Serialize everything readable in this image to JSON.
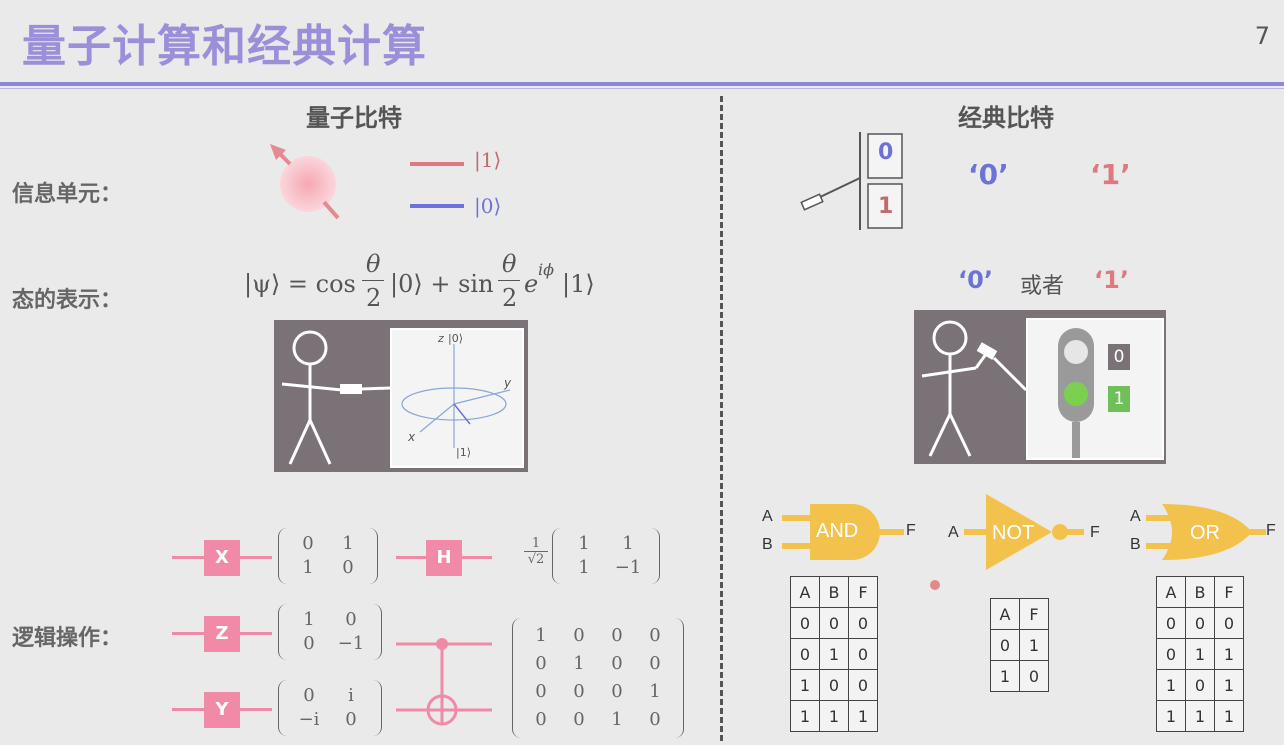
{
  "header": {
    "title": "量子计算和经典计算",
    "page_number": "7"
  },
  "left": {
    "heading": "量子比特",
    "row_labels": {
      "info_unit": "信息单元：",
      "state_repr": "态的表示：",
      "logic_ops": "逻辑操作："
    },
    "kets": {
      "one": "|1⟩",
      "zero": "|0⟩"
    },
    "formula": {
      "lhs": "|ψ⟩ = cos",
      "theta": "θ",
      "two": "2",
      "mid": "|0⟩ + sin",
      "tail": "|1⟩",
      "e": "e",
      "exp": "iϕ"
    },
    "bloch": {
      "z": "z",
      "zero": "|0⟩",
      "y": "y",
      "x": "x",
      "one": "|1⟩"
    },
    "gates": {
      "x": {
        "label": "X",
        "matrix": [
          [
            "0",
            "1"
          ],
          [
            "1",
            "0"
          ]
        ]
      },
      "h": {
        "label": "H",
        "prefix_num": "1",
        "prefix_den": "√2",
        "matrix": [
          [
            "1",
            "1"
          ],
          [
            "1",
            "−1"
          ]
        ]
      },
      "z": {
        "label": "Z",
        "matrix": [
          [
            "1",
            "0"
          ],
          [
            "0",
            "−1"
          ]
        ]
      },
      "y": {
        "label": "Y",
        "matrix": [
          [
            "0",
            "i"
          ],
          [
            "−i",
            "0"
          ]
        ]
      },
      "cnot": {
        "matrix": [
          [
            "1",
            "0",
            "0",
            "0"
          ],
          [
            "0",
            "1",
            "0",
            "0"
          ],
          [
            "0",
            "0",
            "0",
            "1"
          ],
          [
            "0",
            "0",
            "1",
            "0"
          ]
        ]
      }
    }
  },
  "right": {
    "heading": "经典比特",
    "switch": {
      "top": "0",
      "bottom": "1"
    },
    "bits": {
      "zero": "‘0’",
      "one": "‘1’"
    },
    "either": {
      "zero": "‘0’",
      "or": "或者",
      "one": "‘1’"
    },
    "light": {
      "zero": "0",
      "one": "1"
    },
    "logic_gates": {
      "and": {
        "label": "AND",
        "in_a": "A",
        "in_b": "B",
        "out": "F",
        "table": [
          [
            "A",
            "B",
            "F"
          ],
          [
            "0",
            "0",
            "0"
          ],
          [
            "0",
            "1",
            "0"
          ],
          [
            "1",
            "0",
            "0"
          ],
          [
            "1",
            "1",
            "1"
          ]
        ]
      },
      "not": {
        "label": "NOT",
        "in_a": "A",
        "out": "F",
        "table": [
          [
            "A",
            "F"
          ],
          [
            "0",
            "1"
          ],
          [
            "1",
            "0"
          ]
        ]
      },
      "or": {
        "label": "OR",
        "in_a": "A",
        "in_b": "B",
        "out": "F",
        "table": [
          [
            "A",
            "B",
            "F"
          ],
          [
            "0",
            "0",
            "0"
          ],
          [
            "0",
            "1",
            "1"
          ],
          [
            "1",
            "0",
            "1"
          ],
          [
            "1",
            "1",
            "1"
          ]
        ]
      }
    }
  },
  "colors": {
    "title": "#9b8fd9",
    "red": "#e07880",
    "blue": "#6d73d6",
    "gate_pink": "#f08aa6",
    "gold": "#f2c24d",
    "panel": "#7a7276"
  }
}
